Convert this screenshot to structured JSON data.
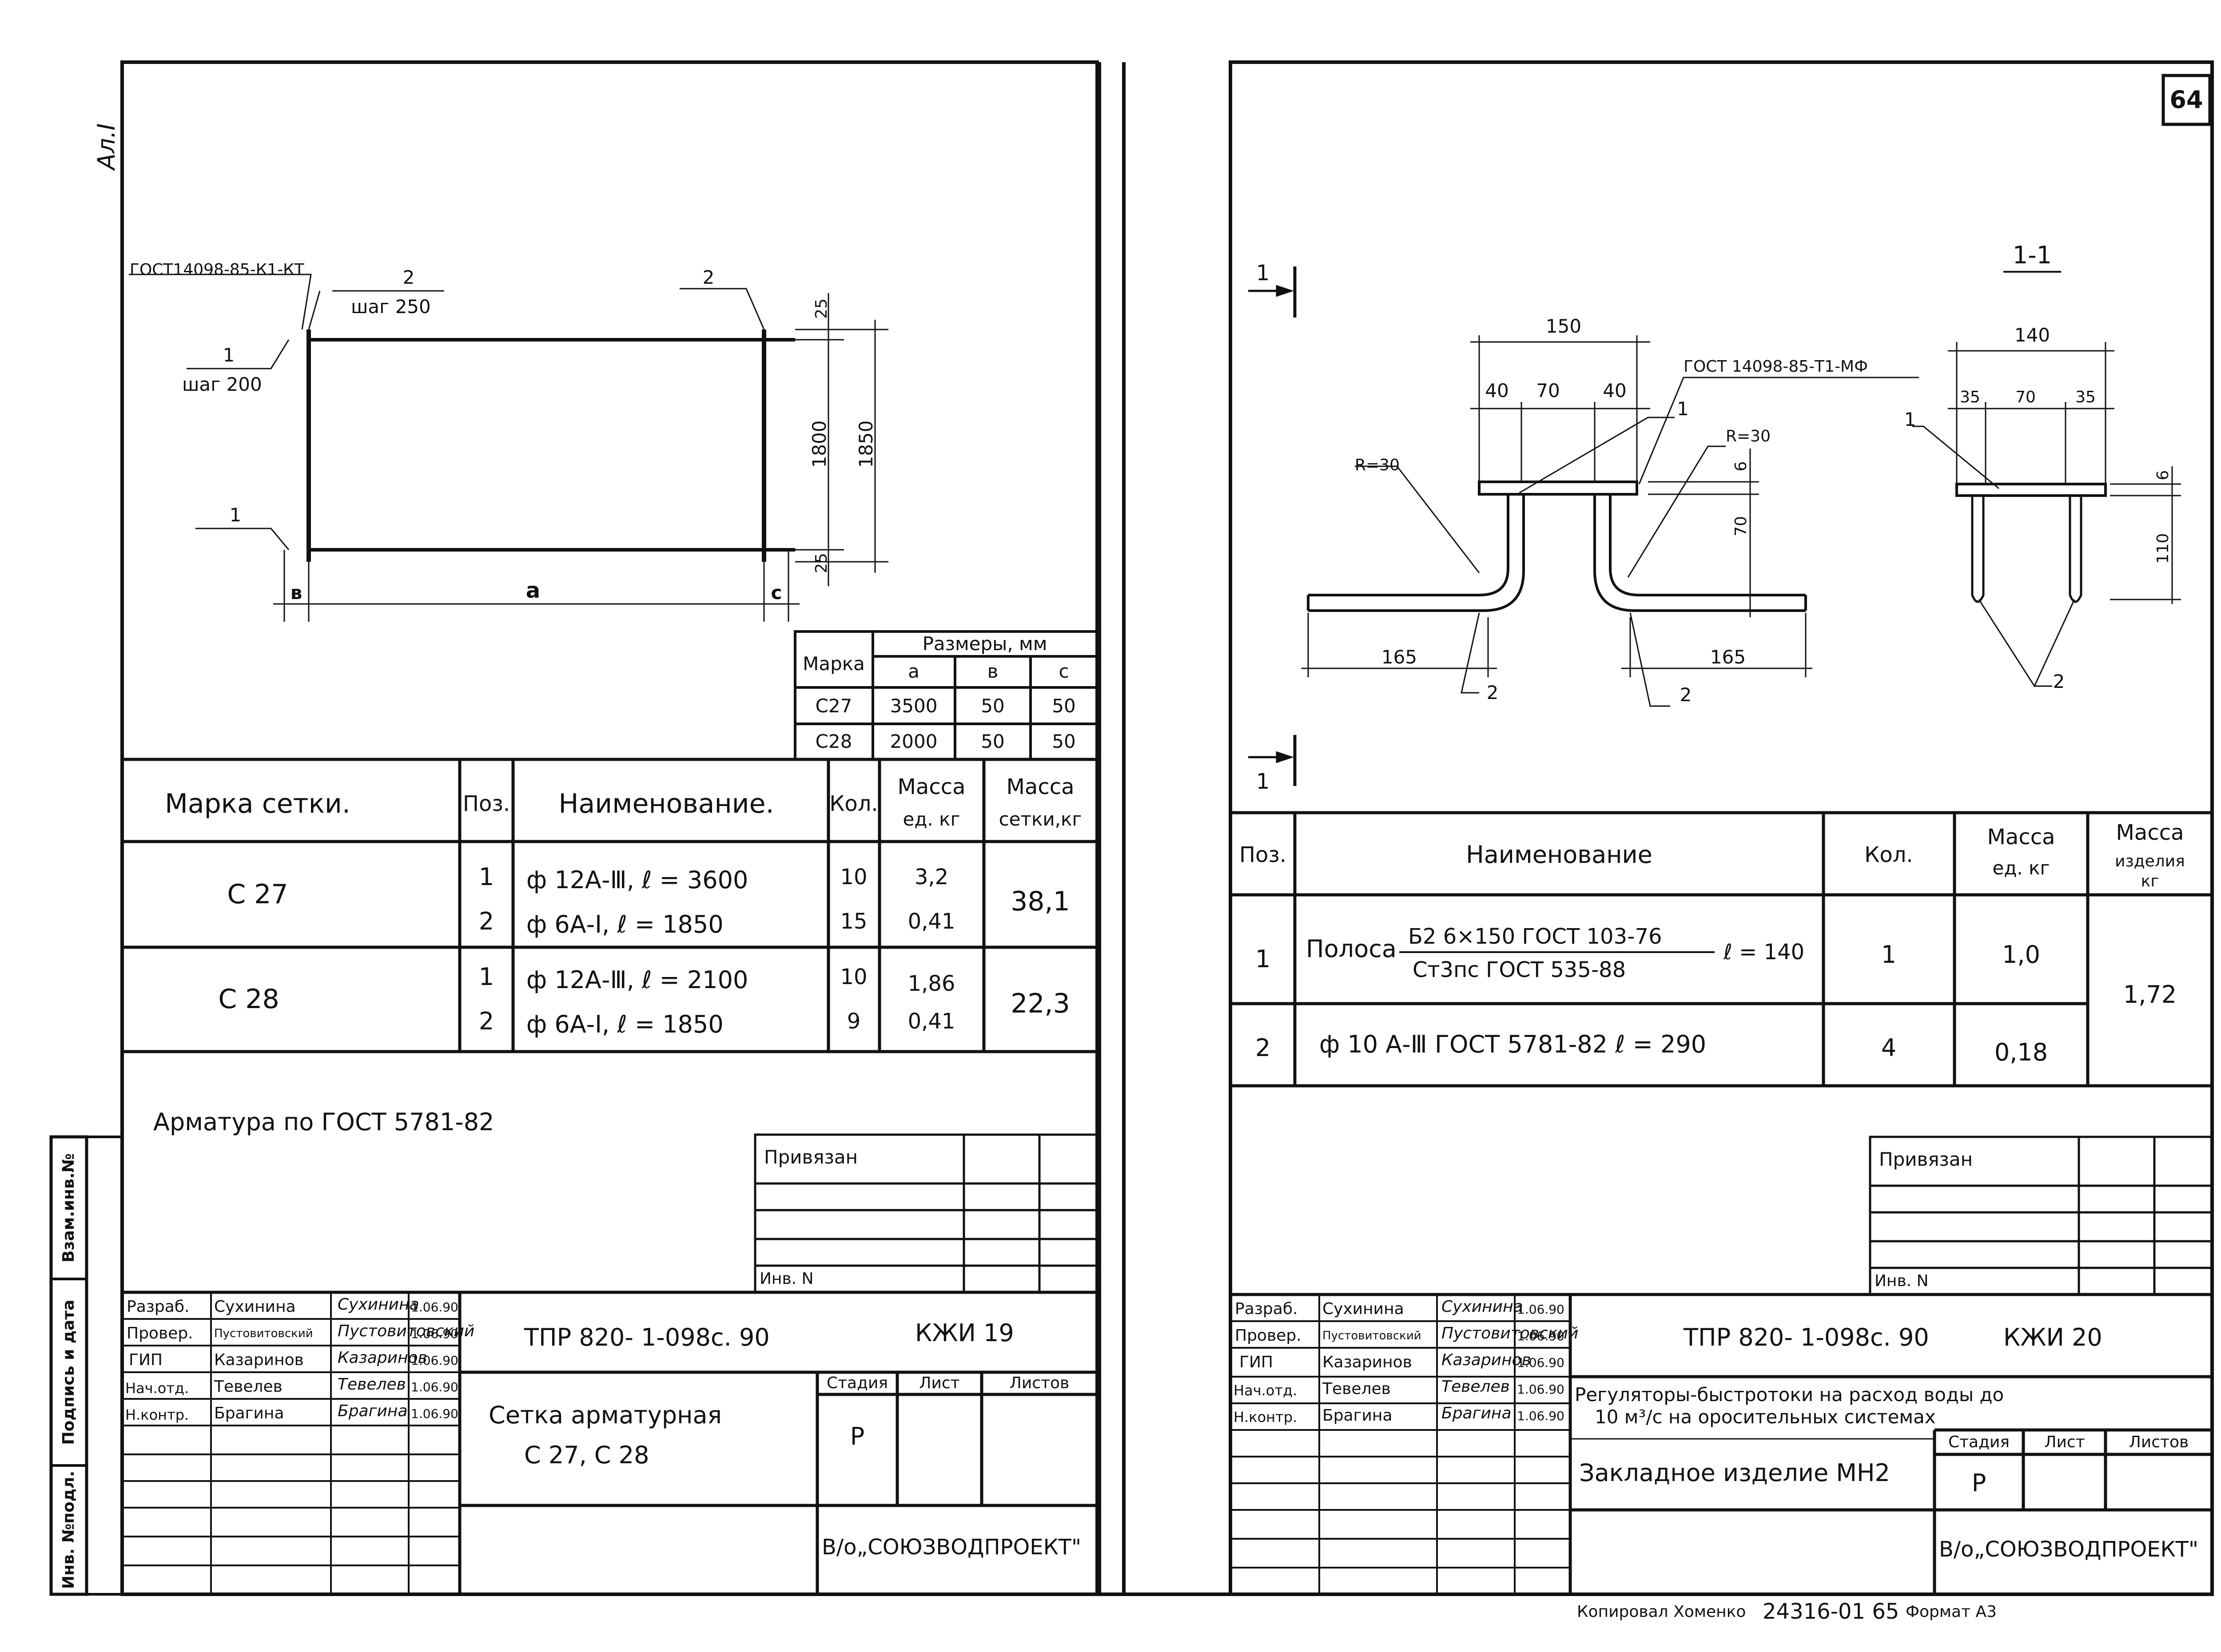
{
  "margin_left": {
    "sheet_mark": "Ал.I",
    "vzam_inv": "Взам.инв.№",
    "podpis_data": "Подпись и дата",
    "inv_podl": "Инв. №подл."
  },
  "page_number": "64",
  "left": {
    "drawing": {
      "gost": "ГОСТ14098-85-К1-КТ",
      "pos2_top": "2",
      "shag250": "шаг 250",
      "pos2_right": "2",
      "pos1_left": "1",
      "shag200": "шаг 200",
      "pos1_bottom": "1",
      "dim_b": "в",
      "dim_a": "а",
      "dim_c": "с",
      "dim_25_top": "25",
      "dim_1800": "1800",
      "dim_1850": "1850",
      "dim_25_bot": "25"
    },
    "sizes_table": {
      "marka": "Марка",
      "razmery": "Размеры, мм",
      "cols": [
        "а",
        "в",
        "с"
      ],
      "rows": [
        {
          "mark": "С27",
          "a": "3500",
          "b": "50",
          "c": "50"
        },
        {
          "mark": "С28",
          "a": "2000",
          "b": "50",
          "c": "50"
        }
      ]
    },
    "spec": {
      "h_marka": "Марка сетки.",
      "h_poz": "Поз.",
      "h_name": "Наименование.",
      "h_kol": "Кол.",
      "h_massa_ed_1": "Масса",
      "h_massa_ed_2": "ед. кг",
      "h_massa_set_1": "Масса",
      "h_massa_set_2": "сетки,кг",
      "groups": [
        {
          "mark": "С 27",
          "total": "38,1",
          "rows": [
            {
              "poz": "1",
              "name": "ф 12А-Ⅲ,  ℓ = 3600",
              "kol": "10",
              "mass": "3,2"
            },
            {
              "poz": "2",
              "name": "ф 6А-I,  ℓ = 1850",
              "kol": "15",
              "mass": "0,41"
            }
          ]
        },
        {
          "mark": "С 28",
          "total": "22,3",
          "rows": [
            {
              "poz": "1",
              "name": "ф 12А-Ⅲ,  ℓ = 2100",
              "kol": "10",
              "mass": "1,86"
            },
            {
              "poz": "2",
              "name": "ф 6А-I,  ℓ = 1850",
              "kol": "9",
              "mass": "0,41"
            }
          ]
        }
      ]
    },
    "note": "Арматура по ГОСТ 5781-82",
    "privyazan": "Привязан",
    "inv_n": "Инв. N",
    "title_block": {
      "roles": [
        {
          "role": "Разраб.",
          "name": "Сухинина",
          "date": "1.06.90"
        },
        {
          "role": "Провер.",
          "name": "Пустовитовский",
          "date": "1.06.90"
        },
        {
          "role": "ГИП",
          "name": "Казаринов",
          "date": "1.06.90"
        },
        {
          "role": "Нач.отд.",
          "name": "Тевелев",
          "date": "1.06.90"
        },
        {
          "role": "Н.контр.",
          "name": "Брагина",
          "date": "1.06.90"
        }
      ],
      "doc": "ТПР 820- 1-098с. 90",
      "sheet_code": "КЖИ 19",
      "title_1": "Сетка арматурная",
      "title_2": "С 27,  С 28",
      "stadia": "Стадия",
      "list": "Лист",
      "listov": "Листов",
      "stadia_val": "Р",
      "org": "В/о„СОЮЗВОДПРОЕКТ\""
    }
  },
  "right": {
    "drawing": {
      "section_a": "1",
      "section_b": "1",
      "section_title": "1-1",
      "d150": "150",
      "d40a": "40",
      "d70": "70",
      "d40b": "40",
      "gost": "ГОСТ 14098-85-Т1-МФ",
      "pos1_main": "1",
      "r30_left": "R=30",
      "r30_right": "R=30",
      "d6_main": "6",
      "d70_v": "70",
      "d165_left": "165",
      "d165_right": "165",
      "pos2_left": "2",
      "pos2_right": "2",
      "d140": "140",
      "d35a": "35",
      "d70b": "70",
      "d35b": "35",
      "pos1_sec": "1",
      "d6_sec": "6",
      "d110": "110",
      "pos2_sec": "2"
    },
    "spec": {
      "h_poz": "Поз.",
      "h_name": "Наименование",
      "h_kol": "Кол.",
      "h_massa_ed_1": "Масса",
      "h_massa_ed_2": "ед. кг",
      "h_massa_izd_1": "Масса",
      "h_massa_izd_2": "изделия",
      "h_massa_izd_3": "кг",
      "row1_poz": "1",
      "row1_prefix": "Полоса",
      "row1_num": "Б2 6×150 ГОСТ 103-76",
      "row1_den": "Ст3пс ГОСТ 535-88",
      "row1_len": "ℓ = 140",
      "row1_kol": "1",
      "row1_mass": "1,0",
      "row2_poz": "2",
      "row2_name": "ф 10 А-Ⅲ ГОСТ 5781-82  ℓ = 290",
      "row2_kol": "4",
      "row2_mass": "0,18",
      "total": "1,72"
    },
    "privyazan": "Привязан",
    "inv_n": "Инв. N",
    "title_block": {
      "roles": [
        {
          "role": "Разраб.",
          "name": "Сухинина",
          "date": "1.06.90"
        },
        {
          "role": "Провер.",
          "name": "Пустовитовский",
          "date": "1.06.90"
        },
        {
          "role": "ГИП",
          "name": "Казаринов",
          "date": "1.06.90"
        },
        {
          "role": "Нач.отд.",
          "name": "Тевелев",
          "date": "1.06.90"
        },
        {
          "role": "Н.контр.",
          "name": "Брагина",
          "date": "1.06.90"
        }
      ],
      "doc": "ТПР  820- 1-098с. 90",
      "sheet_code": "КЖИ 20",
      "desc_1": "Регуляторы-быстротоки на расход воды до",
      "desc_2": "10 м³/с на оросительных системах",
      "stadia": "Стадия",
      "list": "Лист",
      "listov": "Листов",
      "title": "Закладное изделие МН2",
      "stadia_val": "Р",
      "org": "В/о„СОЮЗВОДПРОЕКТ\""
    }
  },
  "footer": {
    "copied": "Копировал  Хоменко",
    "code": "24316-01 65",
    "format": "Формат А3"
  }
}
